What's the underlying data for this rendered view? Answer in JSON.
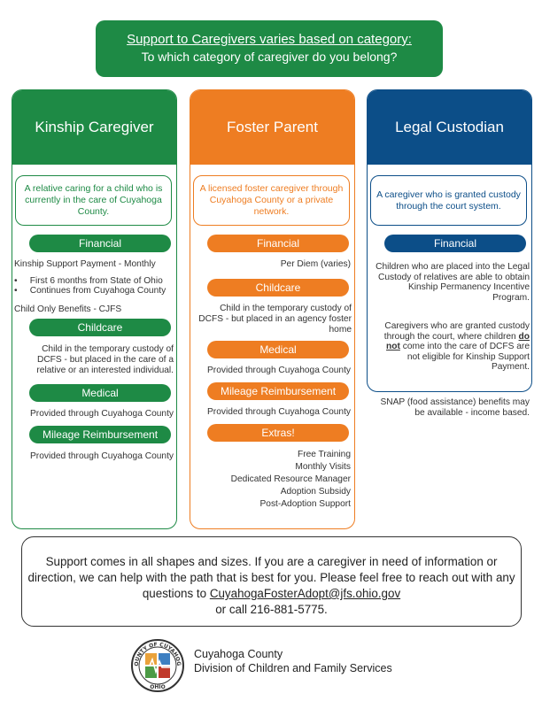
{
  "banner": {
    "title": "Support to Caregivers varies based on category:",
    "subtitle": "To which category of caregiver do you belong?"
  },
  "kinship": {
    "heading": "Kinship Caregiver",
    "description": "A relative caring for a child who is currently in the care of Cuyahoga County.",
    "financial_label": "Financial",
    "financial_payment": "Kinship Support Payment - Monthly",
    "bullets": [
      "First 6 months from State of Ohio",
      "Continues from Cuyahoga County"
    ],
    "child_only": "Child Only Benefits - CJFS",
    "childcare_label": "Childcare",
    "childcare_text": "Child in the temporary custody of DCFS - but placed in the care of a relative or an interested individual.",
    "medical_label": "Medical",
    "medical_text": "Provided through Cuyahoga County",
    "mileage_label": "Mileage Reimbursement",
    "mileage_text": "Provided through Cuyahoga County"
  },
  "foster": {
    "heading": "Foster Parent",
    "description": "A licensed foster caregiver through Cuyahoga County or a private network.",
    "financial_label": "Financial",
    "financial_text": "Per Diem (varies)",
    "childcare_label": "Childcare",
    "childcare_text": "Child in the temporary custody of DCFS - but placed in an agency foster home",
    "medical_label": "Medical",
    "medical_text": "Provided through Cuyahoga County",
    "mileage_label": "Mileage Reimbursement",
    "mileage_text": "Provided through Cuyahoga County",
    "extras_label": "Extras!",
    "extras": [
      "Free Training",
      "Monthly Visits",
      "Dedicated Resource Manager",
      "Adoption Subsidy",
      "Post-Adoption Support"
    ]
  },
  "legal": {
    "heading": "Legal Custodian",
    "description": "A caregiver who is granted custody through the court system.",
    "financial_label": "Financial",
    "para1": "Children who are placed into the Legal Custody of relatives are able to obtain Kinship Permanency Incentive Program.",
    "para2_a": "Caregivers who are granted custody through the court, where children",
    "para2_emph": "do not",
    "para2_b": "come into the care of DCFS are not eligible for Kinship Support Payment.",
    "para3": "SNAP (food assistance) benefits may be available  - income based."
  },
  "footer_box": {
    "text_a": "Support comes in all shapes and sizes. If you are a caregiver in need of information or direction, we can help with the path that is best for you. Please feel free to reach out with any questions to",
    "email": "CuyahogaFosterAdopt@jfs.ohio.gov",
    "text_b": "or call 216-881-5775."
  },
  "org": {
    "line1": "Cuyahoga County",
    "line2": "Division of Children and Family Services",
    "seal_top": "COUNTY OF CUYAHOGA",
    "seal_bottom": "OHIO"
  },
  "colors": {
    "green": "#1e8a45",
    "orange": "#ee7d22",
    "blue": "#0c4e88"
  }
}
